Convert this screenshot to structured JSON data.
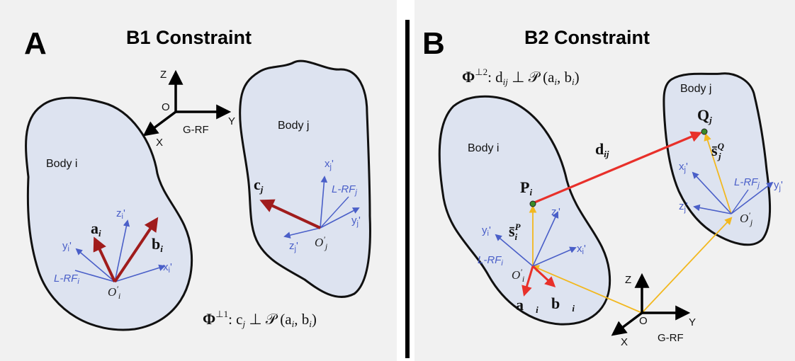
{
  "colors": {
    "body_fill": "#dde3f0",
    "body_stroke": "#111111",
    "local_frame": "#4a5fc8",
    "vector_dark_red": "#a01c1c",
    "vector_red": "#e8302a",
    "vector_yellow": "#f2b81f",
    "point_green": "#3b8a28",
    "divider": "#000000"
  },
  "panel_a": {
    "letter": "A",
    "title": "B1 Constraint",
    "global_frame": {
      "z": "Z",
      "y": "Y",
      "x": "X",
      "origin": "O",
      "name": "G-RF"
    },
    "body_i": {
      "label": "Body i",
      "frame_name": "L-RF",
      "frame_sub": "i",
      "axes": {
        "x": "x",
        "x_sub": "i",
        "y": "y",
        "y_sub": "i",
        "z": "z",
        "z_sub": "i"
      },
      "origin": "O",
      "origin_sub": "i",
      "vec_a": "a",
      "vec_a_sub": "i",
      "vec_b": "b",
      "vec_b_sub": "i"
    },
    "body_j": {
      "label": "Body j",
      "frame_name": "L-RF",
      "frame_sub": "j",
      "axes": {
        "x": "x",
        "x_sub": "j",
        "y": "y",
        "y_sub": "j",
        "z": "z",
        "z_sub": "j"
      },
      "origin": "O",
      "origin_sub": "j",
      "vec_c": "c",
      "vec_c_sub": "j"
    },
    "formula": {
      "phi": "Φ",
      "sup": "⊥1",
      "text": ": c",
      "text_sub": "j",
      "rest": " ⊥ 𝒫 (a",
      "a_sub": "i",
      "mid": ", b",
      "b_sub": "i",
      "end": ")"
    }
  },
  "panel_b": {
    "letter": "B",
    "title": "B2 Constraint",
    "formula": {
      "phi": "Φ",
      "sup": "⊥2",
      "text": ": d",
      "text_sub": "ij",
      "rest": " ⊥ 𝒫 (a",
      "a_sub": "i",
      "mid": ", b",
      "b_sub": "i",
      "end": ")"
    },
    "global_frame": {
      "z": "Z",
      "y": "Y",
      "x": "X",
      "origin": "O",
      "name": "G-RF"
    },
    "body_i": {
      "label": "Body i",
      "frame_name": "L-RF",
      "frame_sub": "i",
      "axes": {
        "x": "x",
        "x_sub": "i",
        "y": "y",
        "y_sub": "i",
        "z": "z",
        "z_sub": "i"
      },
      "origin": "O",
      "origin_sub": "i",
      "point": "P",
      "point_sub": "i",
      "s_vec": "s̄",
      "s_sup": "P",
      "s_sub": "i",
      "vec_a": "a⃗",
      "vec_a_sub": "i",
      "vec_b": "b⃗",
      "vec_b_sub": "i"
    },
    "body_j": {
      "label": "Body j",
      "frame_name": "L-RF",
      "frame_sub": "j",
      "axes": {
        "x": "x",
        "x_sub": "j",
        "y": "y",
        "y_sub": "j",
        "z": "z",
        "z_sub": "j"
      },
      "origin": "O",
      "origin_sub": "j",
      "point": "Q",
      "point_sub": "j",
      "s_vec": "s̄",
      "s_sup": "Q",
      "s_sub": "j"
    },
    "d_vec": "d",
    "d_sub": "ij"
  }
}
